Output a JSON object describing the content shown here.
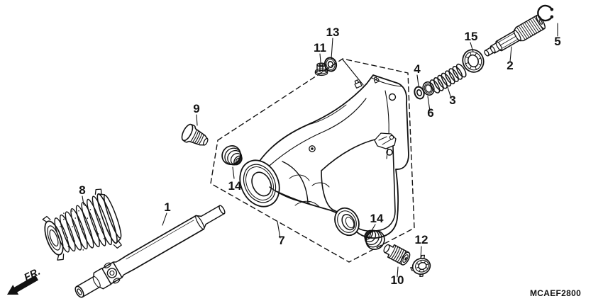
{
  "figure": {
    "code": "MCAEF2800",
    "fr_label": "FR.",
    "callouts": [
      "9",
      "11",
      "13",
      "4",
      "6",
      "3",
      "15",
      "2",
      "5",
      "14",
      "8",
      "1",
      "7",
      "14",
      "10",
      "12"
    ],
    "colors": {
      "line": "#121212",
      "background": "#ffffff"
    }
  }
}
